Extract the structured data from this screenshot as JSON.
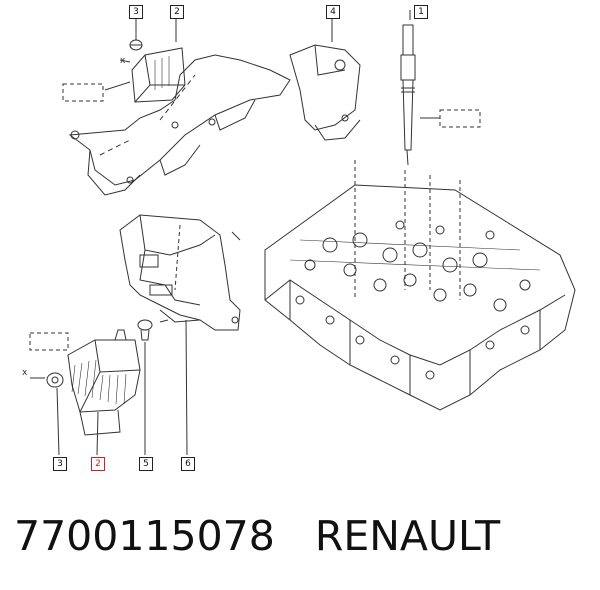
{
  "callouts": {
    "c1": "1",
    "c2_top": "2",
    "c3_top": "3",
    "c4": "4",
    "c2_bottom": "2",
    "c3_bottom": "3",
    "c5": "5",
    "c6": "6"
  },
  "axis_marks": {
    "x_top": "x",
    "x_bottom": "x"
  },
  "caption": {
    "part_number": "7700115078",
    "brand": "RENAULT"
  },
  "colors": {
    "highlight": "#d0202a",
    "line": "#222222"
  }
}
